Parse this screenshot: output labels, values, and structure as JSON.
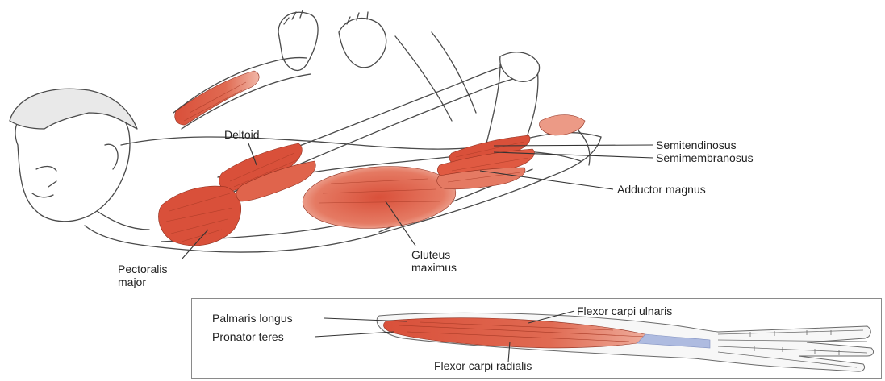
{
  "main_figure": {
    "labels": {
      "deltoid": "Deltoid",
      "semitendinosus": "Semitendinosus",
      "semimembranosus": "Semimembranosus",
      "adductor_magnus": "Adductor magnus",
      "gluteus_maximus": "Gluteus\nmaximus",
      "pectoralis_major": "Pectoralis\nmajor"
    }
  },
  "forearm_inset": {
    "labels": {
      "palmaris_longus": "Palmaris longus",
      "pronator_teres": "Pronator teres",
      "flexor_carpi_ulnaris": "Flexor carpi ulnaris",
      "flexor_carpi_radialis": "Flexor carpi radialis"
    }
  },
  "colors": {
    "muscle": "#d9503a",
    "muscle_light": "#ec9a86",
    "outline": "#4a4a4a",
    "tendon": "#aebbe0",
    "leader": "#333333"
  }
}
